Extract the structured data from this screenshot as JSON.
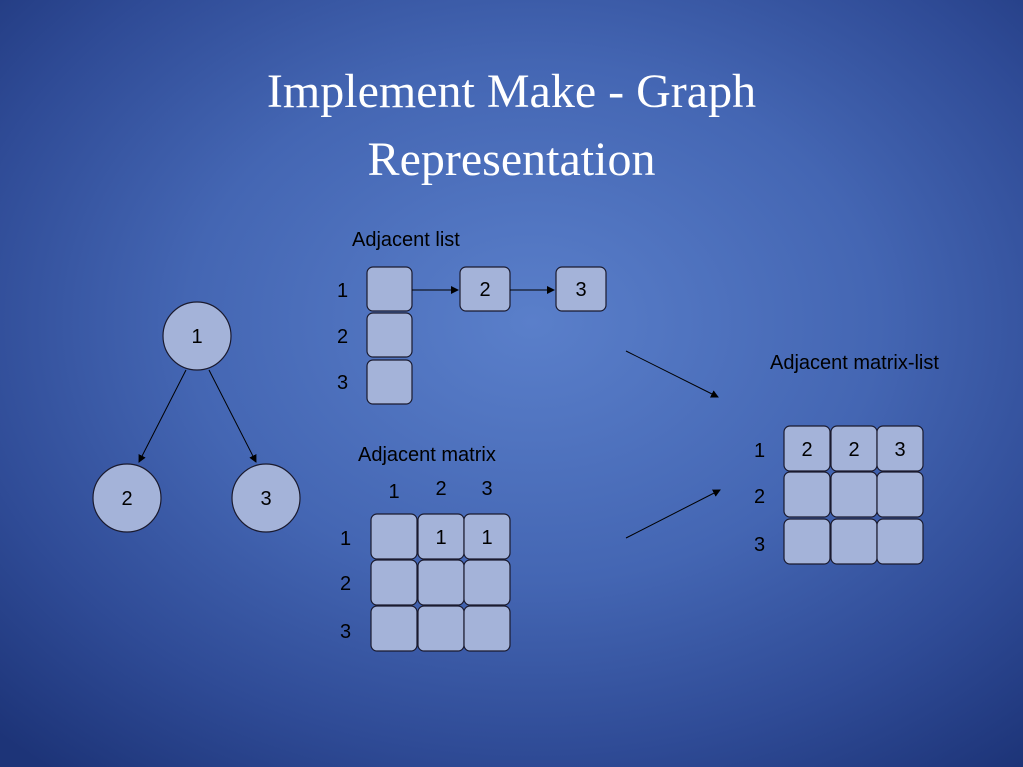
{
  "slide": {
    "title_line1": "Implement Make - Graph",
    "title_line2": "Representation"
  },
  "graph": {
    "nodes": [
      "1",
      "2",
      "3"
    ],
    "edges": [
      [
        "1",
        "2"
      ],
      [
        "1",
        "3"
      ]
    ]
  },
  "adjacent_list": {
    "heading": "Adjacent list",
    "row_labels": [
      "1",
      "2",
      "3"
    ],
    "row1_links": [
      "2",
      "3"
    ]
  },
  "adjacent_matrix": {
    "heading": "Adjacent matrix",
    "col_labels": [
      "1",
      "2",
      "3"
    ],
    "row_labels": [
      "1",
      "2",
      "3"
    ],
    "cells": [
      [
        "",
        "1",
        "1"
      ],
      [
        "",
        "",
        ""
      ],
      [
        "",
        "",
        ""
      ]
    ]
  },
  "adjacent_matrix_list": {
    "heading": "Adjacent matrix-list",
    "row_labels": [
      "1",
      "2",
      "3"
    ],
    "cells": [
      [
        "2",
        "2",
        "3"
      ],
      [
        "",
        "",
        ""
      ],
      [
        "",
        "",
        ""
      ]
    ]
  },
  "colors": {
    "background": "#4466b3",
    "cell_fill": "#a4b3d9",
    "title": "#ffffff"
  }
}
